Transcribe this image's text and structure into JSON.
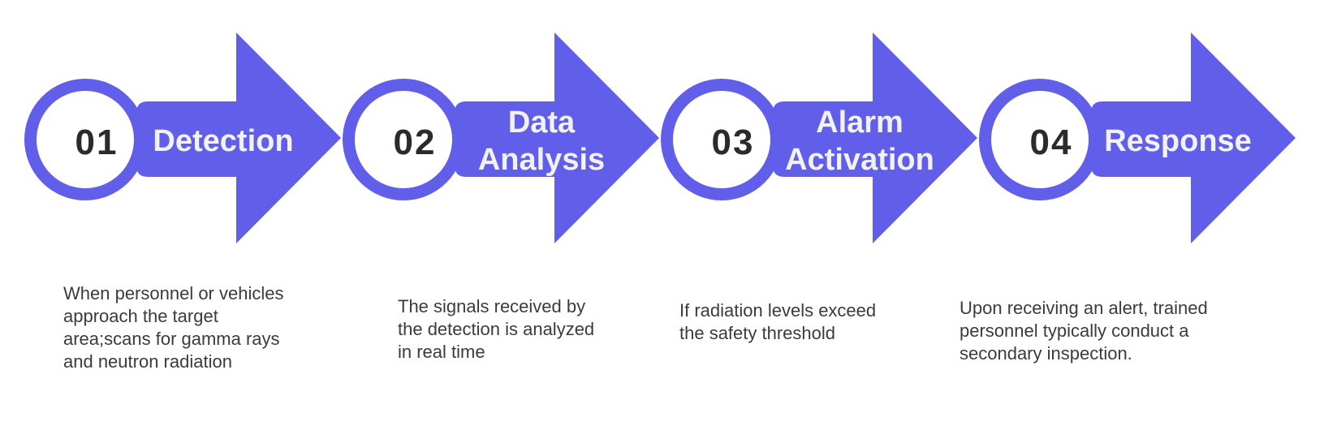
{
  "page": {
    "background": "#ffffff",
    "accent": "#615FEA",
    "number_color": "#2b2b2b",
    "title_color": "#f2f2f4",
    "description_color": "#3b3b3b"
  },
  "steps": [
    {
      "number": "01",
      "title": "Detection",
      "description": "When personnel or vehicles\napproach the target\narea;scans for gamma rays\nand neutron radiation"
    },
    {
      "number": "02",
      "title": "Data\nAnalysis",
      "description": "The signals received by\nthe detection is analyzed\nin real time"
    },
    {
      "number": "03",
      "title": "Alarm\nActivation",
      "description": "If radiation levels exceed\nthe safety threshold"
    },
    {
      "number": "04",
      "title": "Response",
      "description": "Upon receiving an alert, trained\npersonnel typically conduct a\nsecondary inspection."
    }
  ]
}
